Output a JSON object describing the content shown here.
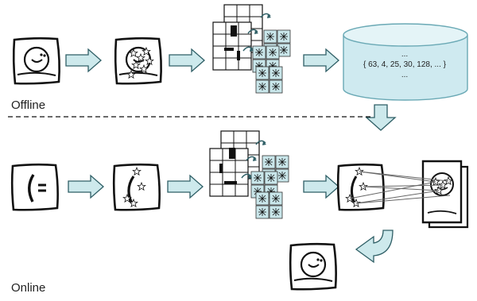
{
  "labels": {
    "offline": "Offline",
    "online": "Online"
  },
  "database": {
    "top_ellipsis": "...",
    "values": "{ 63, 4, 25, 30, 128, ... }",
    "bottom_ellipsis": "..."
  },
  "colors": {
    "arrow_fill": "#cde9ec",
    "arrow_stroke": "#2f5f66",
    "cylinder_fill": "#cfeaf0",
    "cylinder_top": "#e4f4f7",
    "cylinder_stroke": "#6aa9b5",
    "patch_fill": "#c9e6ea",
    "frame_stroke": "#111111"
  },
  "icons": [
    "face-sketch-icon",
    "star-keypoint-icon",
    "database-cylinder-icon",
    "arrow-right-icon",
    "arrow-down-icon",
    "curved-arrow-icon"
  ]
}
